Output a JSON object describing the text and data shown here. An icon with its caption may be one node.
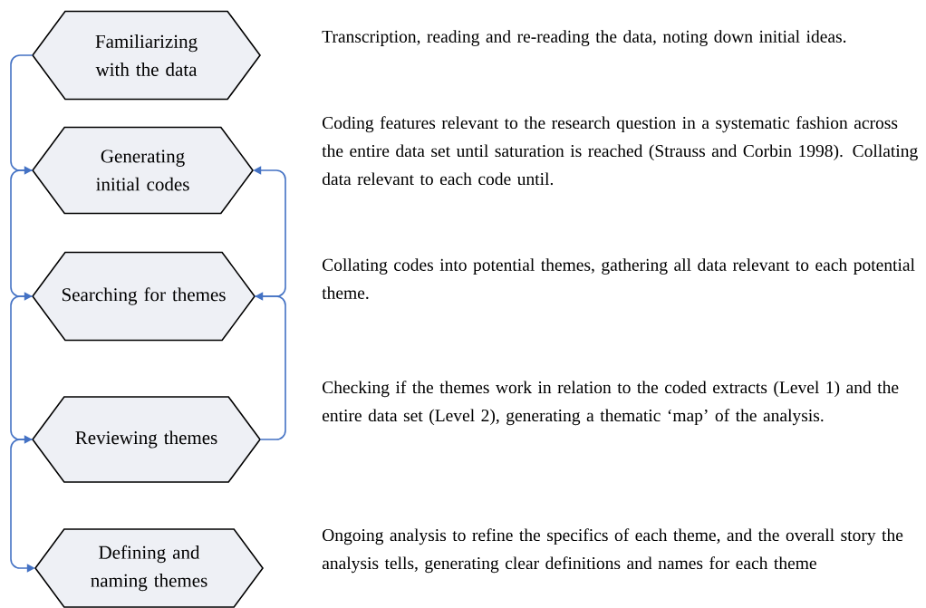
{
  "diagram": {
    "nodes": [
      {
        "text": [
          "Familiarizing with the data"
        ],
        "beside": [
          "Transcription, reading and re-reading the data, noting down initial ideas."
        ]
      },
      {
        "text": [
          "Generating initial codes"
        ],
        "beside": [
          "Coding features relevant to the research question in a systematic fashion across the entire data set until saturation is reached (Strauss and Corbin 1998). Collating data relevant to each code until."
        ]
      },
      {
        "text": [
          "Searching for themes"
        ],
        "beside": [
          "Collating codes into potential themes, gathering all data relevant to each potential theme."
        ]
      },
      {
        "text": [
          "Reviewing themes"
        ],
        "beside": [
          "Checking if the themes work in relation to the coded extracts (Level 1) and the entire data set (Level 2), generating a thematic ‘map’ of the analysis."
        ]
      },
      {
        "text": [
          "Defining and naming themes"
        ],
        "beside": [
          "Ongoing analysis to refine the specifics of each theme, and the overall story the analysis tells, generating clear definitions and names for each theme"
        ]
      }
    ],
    "edges": [
      {
        "from": 0,
        "to": 1,
        "arrow": "to"
      },
      {
        "from": 1,
        "to": 2,
        "arrow": "to"
      },
      {
        "from": 2,
        "to": 3,
        "arrow": "to"
      },
      {
        "from": 3,
        "to": 4,
        "arrow": "to"
      },
      {
        "from": 2,
        "to": 1,
        "arrow": "to"
      },
      {
        "from": 3,
        "to": 2,
        "arrow": "to"
      }
    ]
  }
}
